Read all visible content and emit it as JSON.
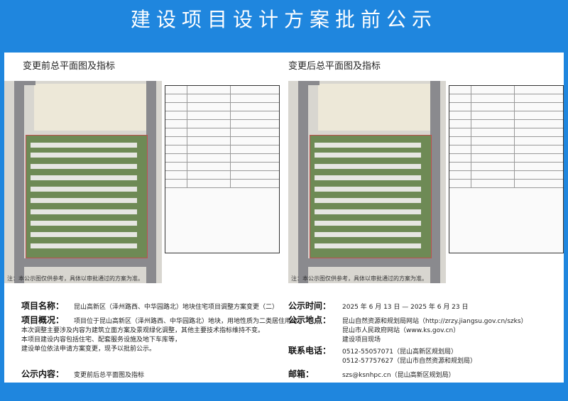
{
  "header": {
    "title": "建设项目设计方案批前公示"
  },
  "before": {
    "label": "变更前总平面图及指标",
    "caption": "注：本公示图仅供参考，具体以审批通过的方案为准。"
  },
  "after": {
    "label": "变更后总平面图及指标",
    "caption": "注：本公示图仅供参考，具体以审批通过的方案为准。"
  },
  "info": {
    "project_name_label": "项目名称：",
    "project_name": "昆山高新区（泽州路西、中华园路北）地块住宅项目调整方案变更（二）",
    "overview_label": "项目概况：",
    "overview_lines": [
      "项目位于昆山高新区（泽州路西、中华园路北）地块，用地性质为二类居住用地，",
      "本次调整主要涉及内容为建筑立面方案及景观绿化调整，其他主要技术指标维持不变。",
      "本项目建设内容包括住宅、配套服务设施及地下车库等，",
      "建设单位依法申请方案变更，现予以批前公示。"
    ],
    "content_label": "公示内容：",
    "content": "变更前后总平面图及指标",
    "time_label": "公示时间：",
    "time": "2025 年 6 月 13 日 — 2025 年 6 月 23 日",
    "place_label": "公示地点：",
    "place_lines": [
      "昆山自然资源和规划局网站（http://zrzy.jiangsu.gov.cn/szks）",
      "昆山市人民政府网站（www.ks.gov.cn）",
      "建设项目现场"
    ],
    "phone_label": "联系电话：",
    "phone_lines": [
      "0512-55057071（昆山高新区规划局）",
      "0512-57757627（昆山市自然资源和规划局）"
    ],
    "mail_label": "邮箱：",
    "mail": "szs@ksnhpc.cn（昆山高新区规划局）"
  }
}
